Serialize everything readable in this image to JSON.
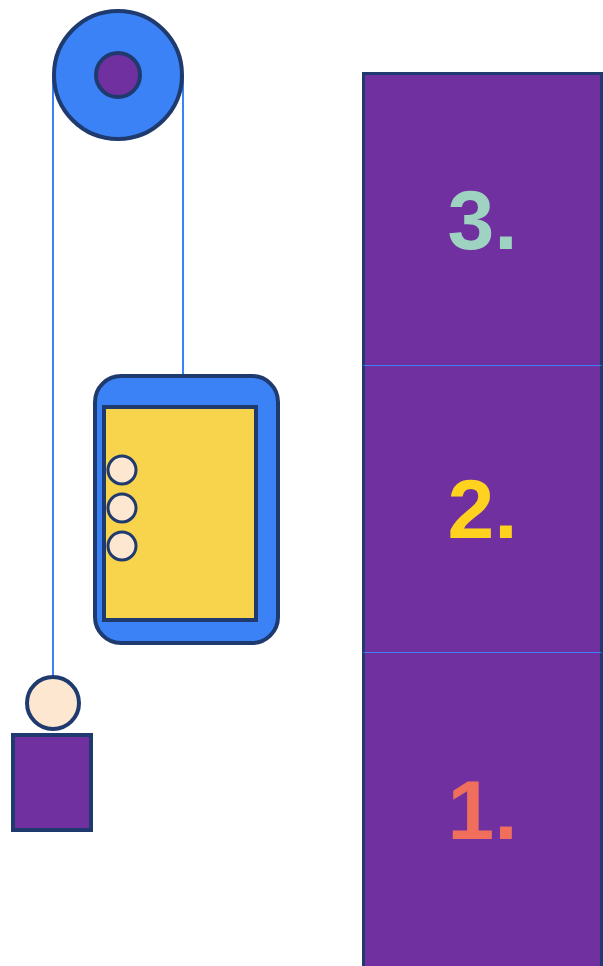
{
  "diagram": {
    "nodes": [
      {
        "text": [
          "3."
        ]
      },
      {
        "text": [
          "2."
        ]
      },
      {
        "text": [
          "1."
        ]
      }
    ]
  }
}
